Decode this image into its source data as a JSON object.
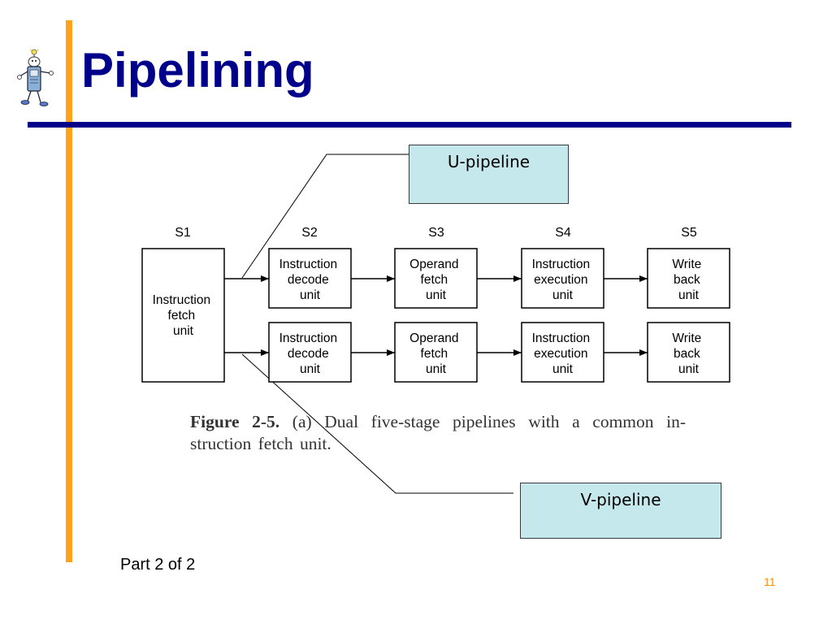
{
  "slide": {
    "title": "Pipelining",
    "footer": "Part 2 of 2",
    "page_number": "11"
  },
  "callouts": {
    "u_pipeline": "U-pipeline",
    "v_pipeline": "V-pipeline"
  },
  "diagram": {
    "stage_labels": [
      "S1",
      "S2",
      "S3",
      "S4",
      "S5"
    ],
    "fetch_unit": [
      "Instruction",
      "fetch",
      "unit"
    ],
    "pipelines": [
      {
        "units": [
          [
            "Instruction",
            "decode",
            "unit"
          ],
          [
            "Operand",
            "fetch",
            "unit"
          ],
          [
            "Instruction",
            "execution",
            "unit"
          ],
          [
            "Write",
            "back",
            "unit"
          ]
        ]
      },
      {
        "units": [
          [
            "Instruction",
            "decode",
            "unit"
          ],
          [
            "Operand",
            "fetch",
            "unit"
          ],
          [
            "Instruction",
            "execution",
            "unit"
          ],
          [
            "Write",
            "back",
            "unit"
          ]
        ]
      }
    ],
    "caption_label": "Figure 2-5.",
    "caption_text": "(a) Dual five-stage pipelines with a common in-struction fetch unit."
  },
  "colors": {
    "title": "#00008b",
    "accent_bar": "#ffa31a",
    "rule": "#00008b",
    "callout_fill": "#c5e8ec",
    "page_number": "#ff8c00"
  }
}
